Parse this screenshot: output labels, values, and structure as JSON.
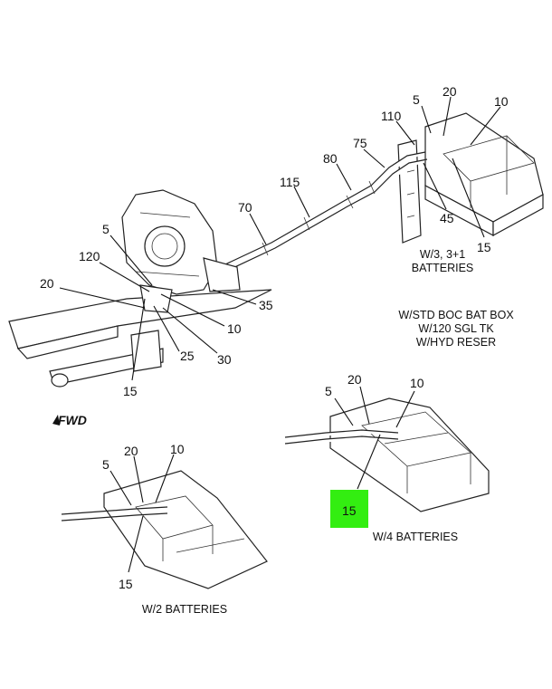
{
  "callouts": {
    "top_5": "5",
    "top_20": "20",
    "top_10": "10",
    "top_110": "110",
    "top_75": "75",
    "top_80": "80",
    "top_115": "115",
    "top_70": "70",
    "top_45": "45",
    "top_15": "15",
    "left_5": "5",
    "left_120": "120",
    "left_20": "20",
    "left_35": "35",
    "left_10": "10",
    "left_25": "25",
    "left_30": "30",
    "left_15": "15",
    "mid_5": "5",
    "mid_20": "20",
    "mid_10": "10",
    "mid_15": "15",
    "bot_5": "5",
    "bot_20": "20",
    "bot_10": "10",
    "bot_15": "15"
  },
  "captions": {
    "w3_line1": "W/3, 3+1",
    "w3_line2": "BATTERIES",
    "std_line1": "W/STD BOC BAT BOX",
    "std_line2": "W/120 SGL TK",
    "std_line3": "W/HYD RESER",
    "w4": "W/4 BATTERIES",
    "w2": "W/2 BATTERIES",
    "fwd": "FWD"
  },
  "highlight": {
    "color": "#33ee11"
  }
}
